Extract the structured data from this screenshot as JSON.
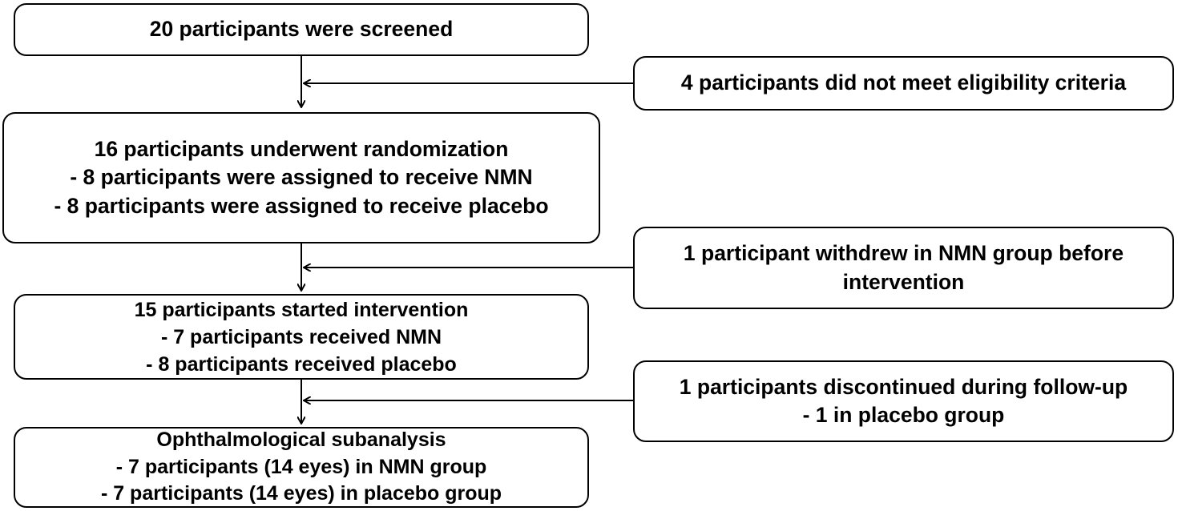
{
  "boxes": {
    "screened": [
      "20 participants were screened"
    ],
    "excluded": [
      "4 participants did not meet eligibility criteria"
    ],
    "randomized": [
      "16 participants underwent randomization",
      "- 8 participants were assigned to receive NMN",
      "- 8 participants were assigned to receive placebo"
    ],
    "withdrew": [
      "1 participant withdrew in NMN group before",
      "intervention"
    ],
    "started": [
      "15 participants started intervention",
      "- 7 participants received NMN",
      "- 8 participants received placebo"
    ],
    "discontinued": [
      "1 participants discontinued during follow-up",
      "- 1 in placebo group"
    ],
    "subanalysis": [
      "Ophthalmological subanalysis",
      "- 7 participants (14 eyes) in NMN group",
      "- 7 participants (14 eyes) in placebo group"
    ]
  }
}
